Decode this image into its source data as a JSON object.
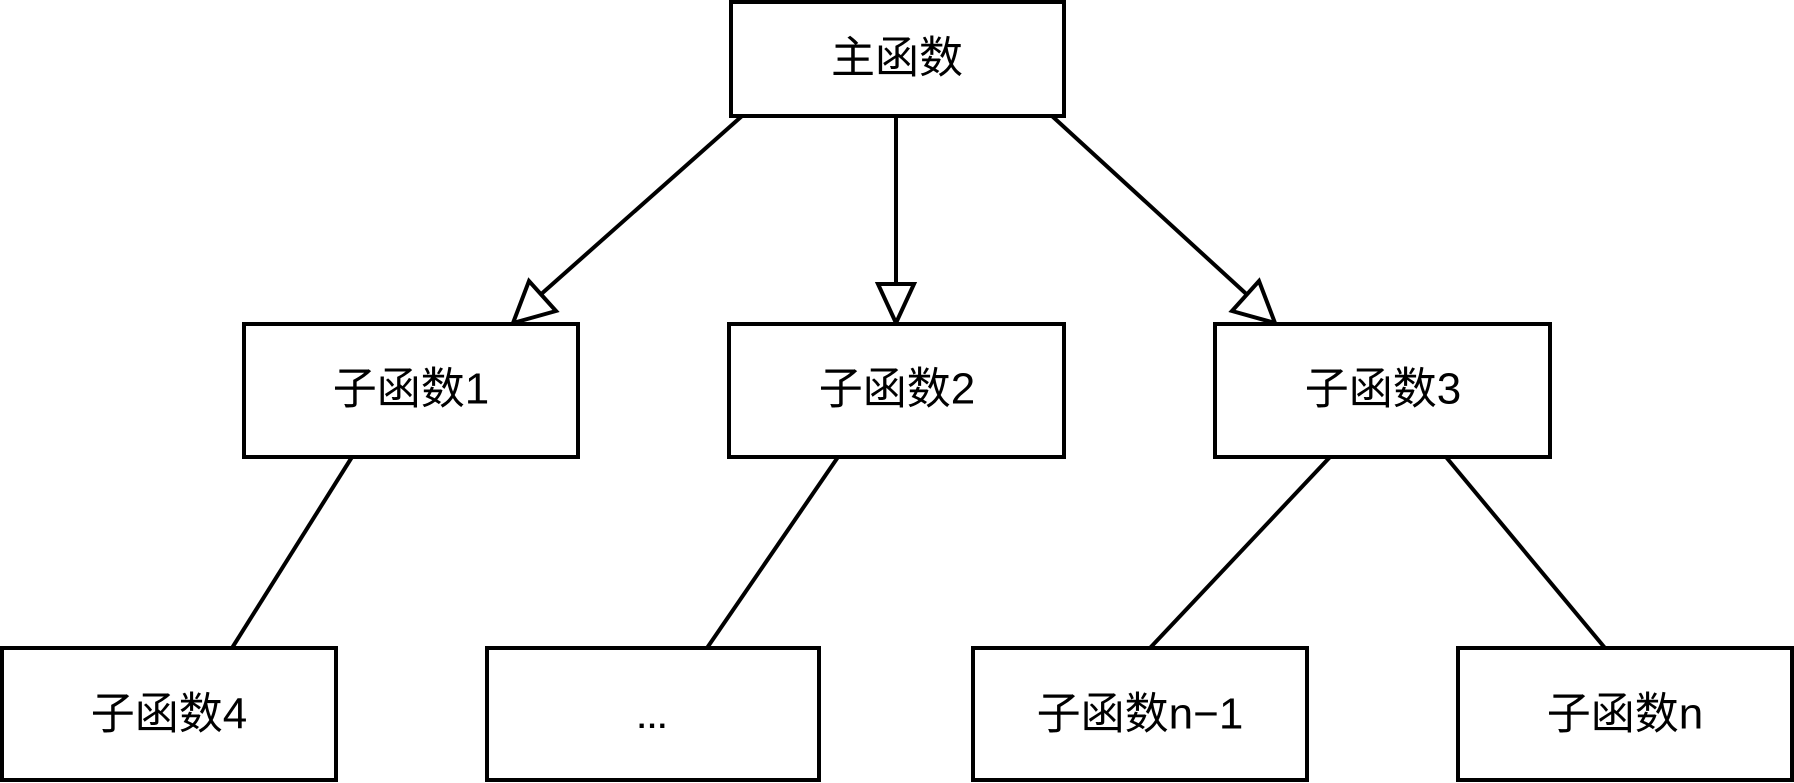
{
  "diagram": {
    "type": "hierarchy-tree",
    "title": "",
    "background_color": "#ffffff",
    "line_color": "#000000",
    "node_fill_color": "#ffffff",
    "nodes": {
      "root": {
        "label": "主函数"
      },
      "level2": [
        {
          "label": "子函数1"
        },
        {
          "label": "子函数2"
        },
        {
          "label": "子函数3"
        }
      ],
      "level3": [
        {
          "label": "子函数4"
        },
        {
          "label": "..."
        },
        {
          "label": "子函数n−1"
        },
        {
          "label": "子函数n"
        }
      ]
    },
    "edges": [
      {
        "from": "主函数",
        "to": "子函数1",
        "arrow": "open-triangle"
      },
      {
        "from": "主函数",
        "to": "子函数2",
        "arrow": "open-triangle"
      },
      {
        "from": "主函数",
        "to": "子函数3",
        "arrow": "open-triangle"
      },
      {
        "from": "子函数1",
        "to": "子函数4",
        "arrow": "none"
      },
      {
        "from": "子函数2",
        "to": "...",
        "arrow": "none"
      },
      {
        "from": "子函数3",
        "to": "子函数n−1",
        "arrow": "none"
      },
      {
        "from": "子函数3",
        "to": "子函数n",
        "arrow": "none"
      }
    ]
  }
}
